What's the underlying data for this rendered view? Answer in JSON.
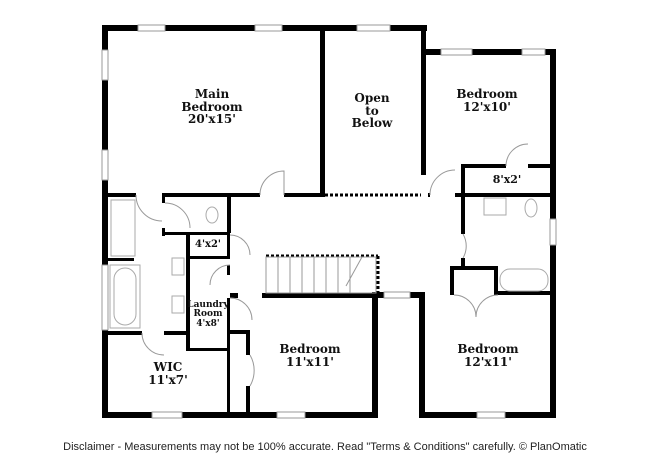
{
  "rooms": {
    "main_bedroom": {
      "name": "Main Bedroom",
      "line1": "Main",
      "line2": "Bedroom",
      "size": "20'x15'"
    },
    "open_to_below": {
      "line1": "Open",
      "line2": "to",
      "line3": "Below"
    },
    "bedroom_ne": {
      "name": "Bedroom",
      "size": "12'x10'"
    },
    "closet_8x2": {
      "size": "8'x2'"
    },
    "closet_4x2": {
      "size": "4'x2'"
    },
    "laundry": {
      "line1": "Laundry",
      "line2": "Room",
      "size": "4'x8'"
    },
    "wic": {
      "name": "WIC",
      "size": "11'x7'"
    },
    "bedroom_s": {
      "name": "Bedroom",
      "size": "11'x11'"
    },
    "bedroom_se": {
      "name": "Bedroom",
      "size": "12'x11'"
    }
  },
  "disclaimer": "Disclaimer - Measurements may not be 100% accurate. Read \"Terms & Conditions\" carefully. © PlanOmatic",
  "colors": {
    "wall": "#000000",
    "background": "#ffffff",
    "fixture": "#bbbbbb"
  }
}
